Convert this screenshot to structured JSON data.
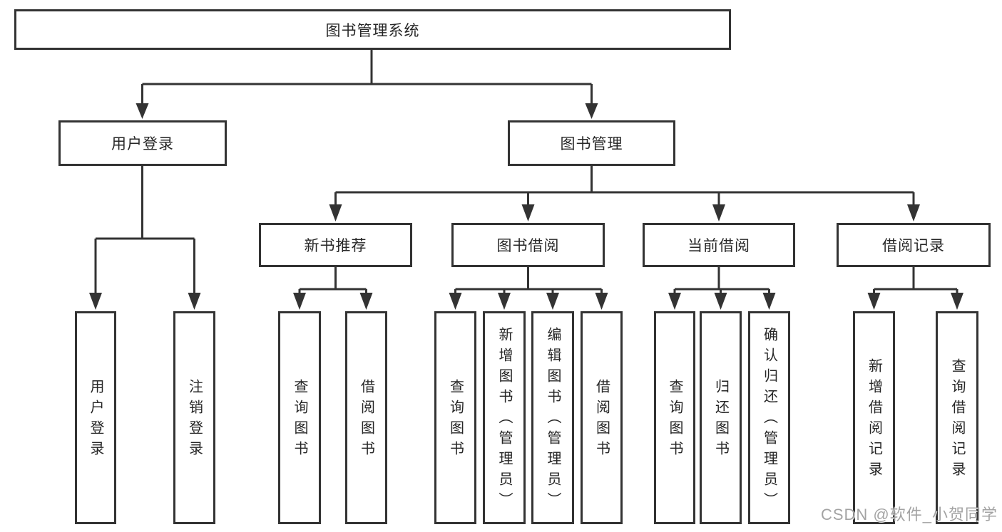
{
  "diagram_title": "图书管理系统",
  "nodes": {
    "root": {
      "label": "图书管理系统"
    },
    "user_login": {
      "label": "用户登录"
    },
    "book_management": {
      "label": "图书管理"
    },
    "new_book_recommend": {
      "label": "新书推荐"
    },
    "book_borrow": {
      "label": "图书借阅"
    },
    "current_borrow": {
      "label": "当前借阅"
    },
    "borrow_records": {
      "label": "借阅记录"
    },
    "leaf_user_login": {
      "label": "用户登录"
    },
    "leaf_logout": {
      "label": "注销登录"
    },
    "leaf_nbr_query_book": {
      "label": "查询图书"
    },
    "leaf_nbr_borrow_book": {
      "label": "借阅图书"
    },
    "leaf_bb_query_book": {
      "label": "查询图书"
    },
    "leaf_bb_add_book": {
      "label": "新增图书（管理员）"
    },
    "leaf_bb_edit_book": {
      "label": "编辑图书（管理员）"
    },
    "leaf_bb_borrow_book": {
      "label": "借阅图书"
    },
    "leaf_cb_query_book": {
      "label": "查询图书"
    },
    "leaf_cb_return_book": {
      "label": "归还图书"
    },
    "leaf_cb_confirm_return": {
      "label": "确认归还（管理员）"
    },
    "leaf_br_add_record": {
      "label": "新增借阅记录"
    },
    "leaf_br_query_record": {
      "label": "查询借阅记录"
    }
  },
  "watermark": {
    "text": "CSDN @软件_小贺同学"
  },
  "colors": {
    "line": "#333333",
    "box_border": "#333333",
    "box_fill": "#ffffff",
    "text": "#262626",
    "watermark": "#9e9e9e",
    "background": "#ffffff"
  }
}
